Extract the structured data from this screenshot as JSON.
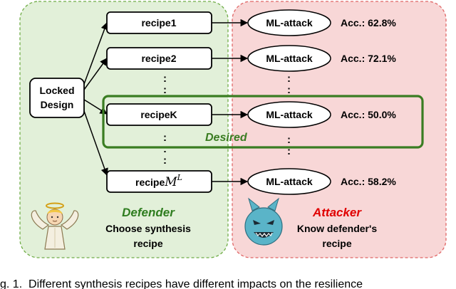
{
  "defender_panel": {
    "locked_design": [
      "Locked",
      "Design"
    ],
    "recipes": [
      "recipe1",
      "recipe2",
      "recipeK"
    ],
    "recipe_last": {
      "prefix": "recipe",
      "var": "M",
      "sup": "L"
    },
    "ellipsis": ":",
    "desired_label": "Desired",
    "title": "Defender",
    "desc": [
      "Choose synthesis",
      "recipe"
    ]
  },
  "attacker_panel": {
    "node_label": "ML-attack",
    "accuracies": [
      "Acc.: 62.8%",
      "Acc.: 72.1%",
      "Acc.: 50.0%",
      "Acc.: 58.2%"
    ],
    "title": "Attacker",
    "desc": [
      "Know defender's",
      "recipe"
    ]
  },
  "caption": "g. 1.  Different synthesis recipes have different impacts on the resilience",
  "colors": {
    "defender_bg": "#e2f0d9",
    "defender_border": "#70ad47",
    "attacker_bg": "#f8d7d7",
    "attacker_border": "#e06666",
    "desired_green": "#3a7d22",
    "defender_title": "#2e7d1f",
    "attacker_title": "#e00000",
    "devil": "#5ab4c8"
  },
  "icons": [
    "angel-icon",
    "devil-icon"
  ]
}
